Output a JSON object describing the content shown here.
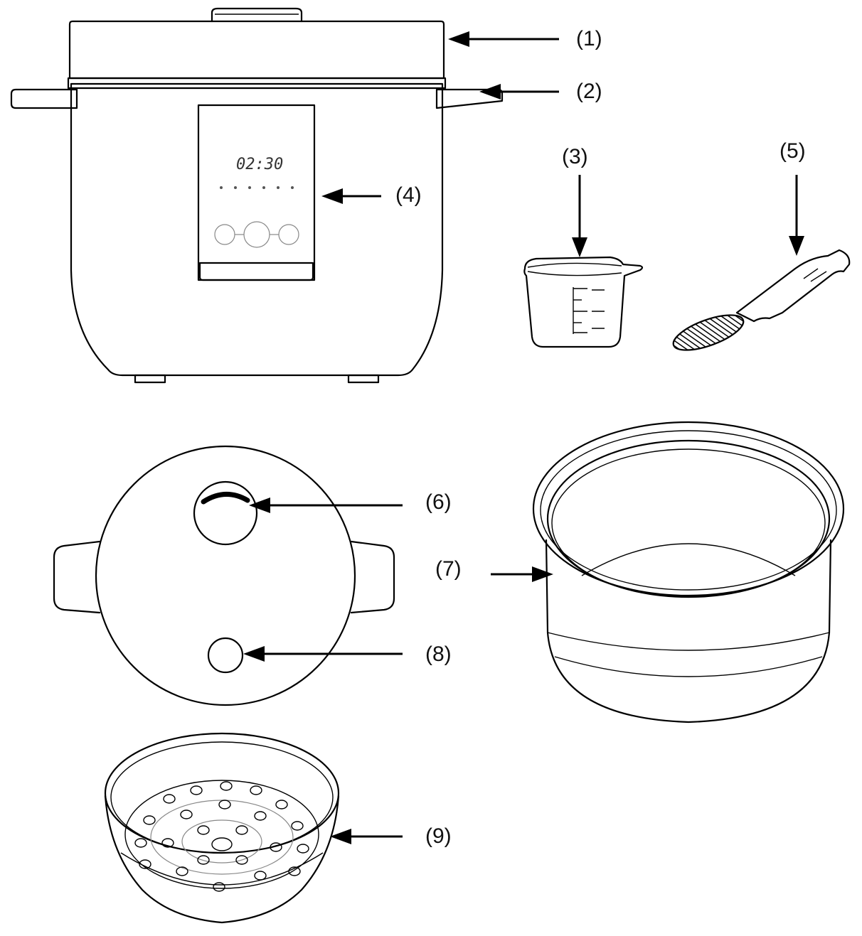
{
  "display": {
    "time": "02:30"
  },
  "callouts": [
    {
      "id": "1",
      "text": "(1)"
    },
    {
      "id": "2",
      "text": "(2)"
    },
    {
      "id": "3",
      "text": "(3)"
    },
    {
      "id": "4",
      "text": "(4)"
    },
    {
      "id": "5",
      "text": "(5)"
    },
    {
      "id": "6",
      "text": "(6)"
    },
    {
      "id": "7",
      "text": "(7)"
    },
    {
      "id": "8",
      "text": "(8)"
    },
    {
      "id": "9",
      "text": "(9)"
    }
  ],
  "colors": {
    "line": "#000000",
    "background": "#ffffff"
  }
}
